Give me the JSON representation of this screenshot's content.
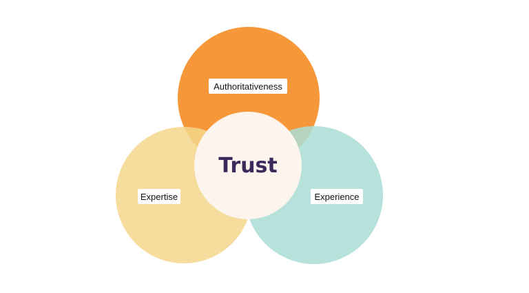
{
  "center_label": "Trust",
  "circles": {
    "top": {
      "label": "Authoritativeness",
      "color": "#f6922f"
    },
    "left": {
      "label": "Expertise",
      "color": "#f5d68c"
    },
    "right": {
      "label": "Experience",
      "color": "#a9ddd5"
    }
  },
  "center_color": "#fcf5ee",
  "center_text_color": "#3a2a5c"
}
